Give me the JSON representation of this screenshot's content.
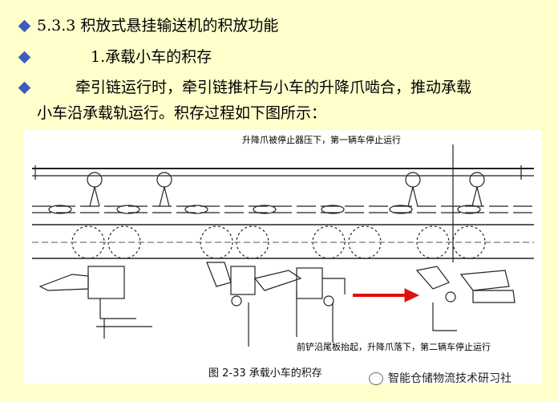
{
  "bullets": [
    {
      "text": "5.3.3 积放式悬挂输送机的积放功能"
    },
    {
      "text": "1.承载小车的积存"
    },
    {
      "text": "牵引链运行时，牵引链推杆与小车的升降爪啮合，推动承载"
    },
    {
      "text": "小车沿承载轨运行。积存过程如下图所示："
    }
  ],
  "figure": {
    "label_top": "升降爪被停止器压下，第一辆车停止运行",
    "label_bottom": "前铲沿尾板抬起，升降爪落下，第二辆车停止运行",
    "caption": "图 2-33    承载小车的积存"
  },
  "watermark": "智能仓储物流技术研习社",
  "colors": {
    "background": "#ffffcc",
    "bullet": "#3a5dbf",
    "arrow": "#e01010"
  }
}
